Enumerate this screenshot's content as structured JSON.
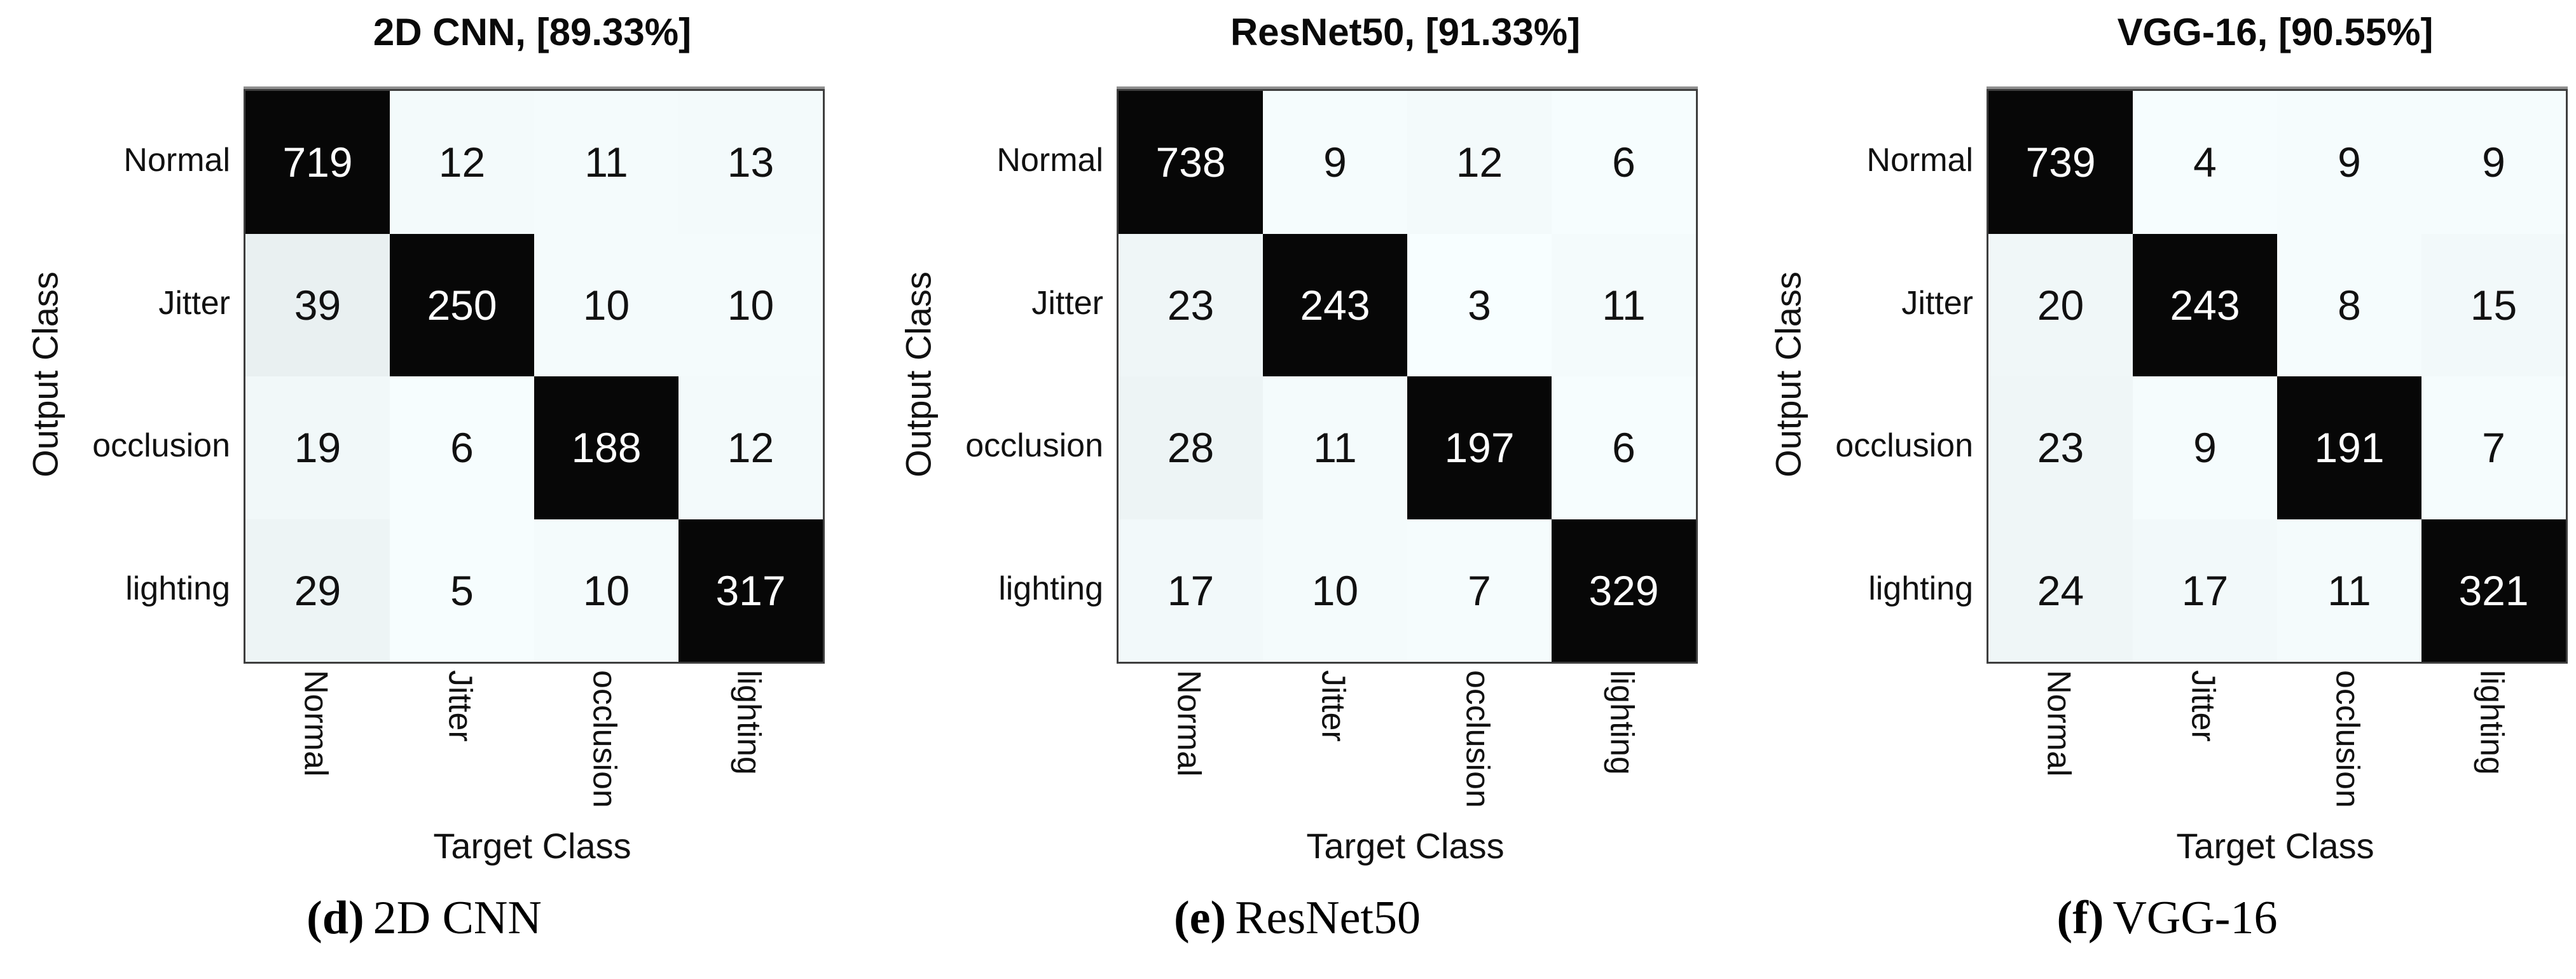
{
  "axis_labels": {
    "x_label": "Target Class",
    "y_label": "Output Class"
  },
  "classes": [
    "Normal",
    "Jitter",
    "occlusion",
    "lighting"
  ],
  "colors": {
    "background": "#ffffff",
    "diagonal_cell": "#070707",
    "diagonal_text": "#ffffff",
    "offdiagonal_text": "#111111",
    "grid_border": "#3e3e3e",
    "frame_top_edge": "#8f8f8f"
  },
  "chart_data": [
    {
      "type": "heatmap",
      "title": "2D CNN, [89.33%]",
      "model": "2D CNN",
      "overall_accuracy_percent": 89.33,
      "caption_label": "(d)",
      "caption_text": "2D CNN",
      "xlabel": "Target Class",
      "ylabel": "Output Class",
      "x_categories": [
        "Normal",
        "Jitter",
        "occlusion",
        "lighting"
      ],
      "y_categories": [
        "Normal",
        "Jitter",
        "occlusion",
        "lighting"
      ],
      "matrix": [
        [
          719,
          12,
          11,
          13
        ],
        [
          39,
          250,
          10,
          10
        ],
        [
          19,
          6,
          188,
          12
        ],
        [
          29,
          5,
          10,
          317
        ]
      ]
    },
    {
      "type": "heatmap",
      "title": "ResNet50, [91.33%]",
      "model": "ResNet50",
      "overall_accuracy_percent": 91.33,
      "caption_label": "(e)",
      "caption_text": "ResNet50",
      "xlabel": "Target Class",
      "ylabel": "Output Class",
      "x_categories": [
        "Normal",
        "Jitter",
        "occlusion",
        "lighting"
      ],
      "y_categories": [
        "Normal",
        "Jitter",
        "occlusion",
        "lighting"
      ],
      "matrix": [
        [
          738,
          9,
          12,
          6
        ],
        [
          23,
          243,
          3,
          11
        ],
        [
          28,
          11,
          197,
          6
        ],
        [
          17,
          10,
          7,
          329
        ]
      ]
    },
    {
      "type": "heatmap",
      "title": "VGG-16, [90.55%]",
      "model": "VGG-16",
      "overall_accuracy_percent": 90.55,
      "caption_label": "(f)",
      "caption_text": "VGG-16",
      "xlabel": "Target Class",
      "ylabel": "Output Class",
      "x_categories": [
        "Normal",
        "Jitter",
        "occlusion",
        "lighting"
      ],
      "y_categories": [
        "Normal",
        "Jitter",
        "occlusion",
        "lighting"
      ],
      "matrix": [
        [
          739,
          4,
          9,
          9
        ],
        [
          20,
          243,
          8,
          15
        ],
        [
          23,
          9,
          191,
          7
        ],
        [
          24,
          17,
          11,
          321
        ]
      ]
    }
  ]
}
